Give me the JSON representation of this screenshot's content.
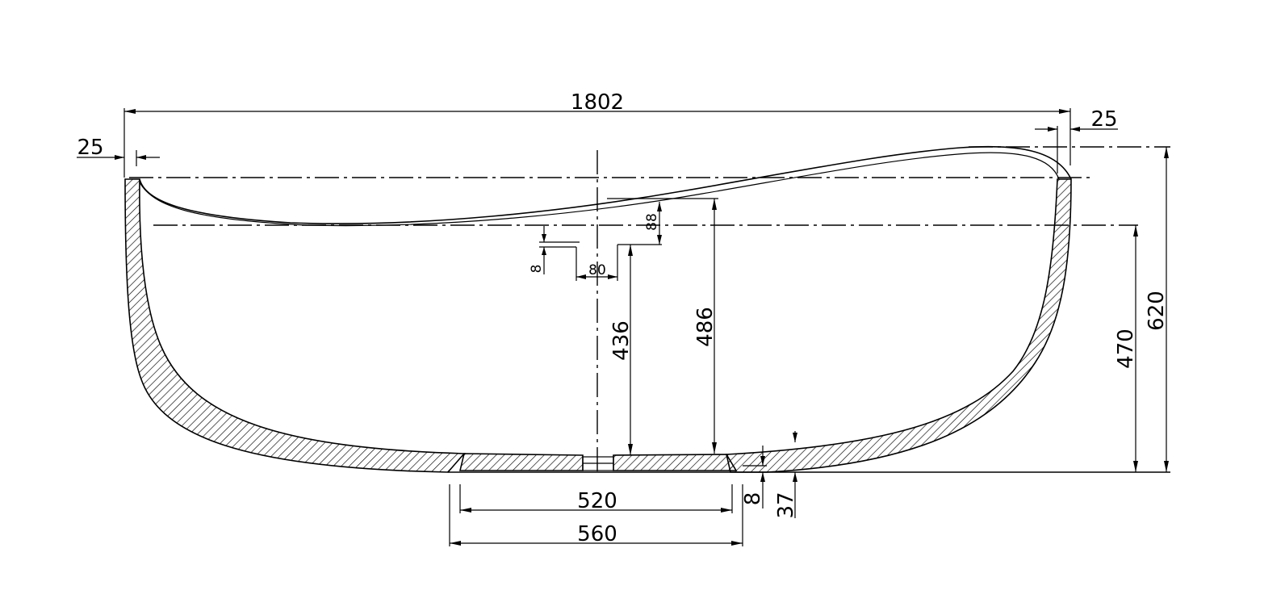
{
  "drawing": {
    "dimensions": {
      "overall_length": "1802",
      "left_wall": "25",
      "right_wall": "25",
      "overall_height": "620",
      "rim_height": "470",
      "depth_center": "486",
      "depth_inner": "436",
      "base_inner": "520",
      "base_outer": "560",
      "base_recess": "8",
      "base_thickness": "37",
      "drain_offset": "8",
      "drain_width": "80",
      "drain_step": "88"
    }
  }
}
